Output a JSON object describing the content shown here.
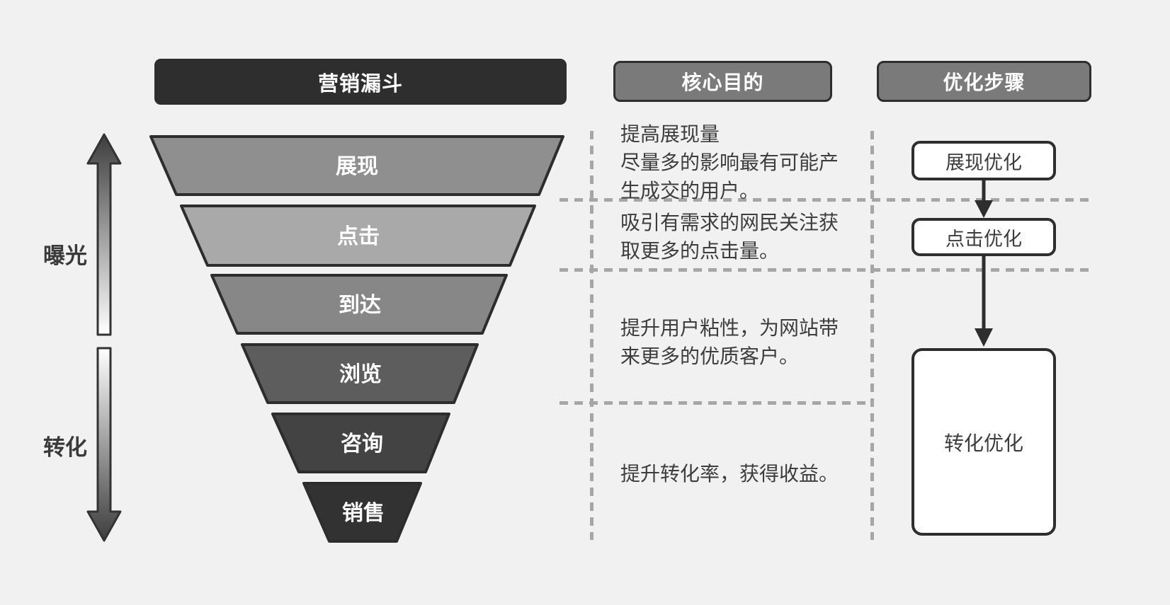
{
  "headers": {
    "funnel": "营销漏斗",
    "purpose": "核心目的",
    "steps": "优化步骤"
  },
  "side": {
    "exposure": "曝光",
    "conversion": "转化"
  },
  "funnel": {
    "levels": [
      {
        "label": "展现",
        "color": "#8f8f8f"
      },
      {
        "label": "点击",
        "color": "#a9a9a9"
      },
      {
        "label": "到达",
        "color": "#878787"
      },
      {
        "label": "浏览",
        "color": "#5d5d5d"
      },
      {
        "label": "咨询",
        "color": "#434343"
      },
      {
        "label": "销售",
        "color": "#323232"
      }
    ]
  },
  "purposes": [
    {
      "lines": [
        "提高展现量",
        "尽量多的影响最有可能产",
        "生成交的用户。"
      ]
    },
    {
      "lines": [
        "吸引有需求的网民关注获",
        "取更多的点击量。"
      ]
    },
    {
      "lines": [
        "提升用户粘性，为网站带",
        "来更多的优质客户。"
      ]
    },
    {
      "lines": [
        "提升转化率，获得收益。"
      ]
    }
  ],
  "steps": [
    "展现优化",
    "点击优化",
    "转化优化"
  ],
  "colors": {
    "background": "#f1f1f1",
    "accent_dark": "#2e2e2e",
    "funnel_border": "#2d2d2d",
    "header_gray": "#7a7a7a",
    "dashed_line": "#a6a6a6",
    "body_text": "#3d3d3d",
    "label_text": "#ffffff"
  }
}
